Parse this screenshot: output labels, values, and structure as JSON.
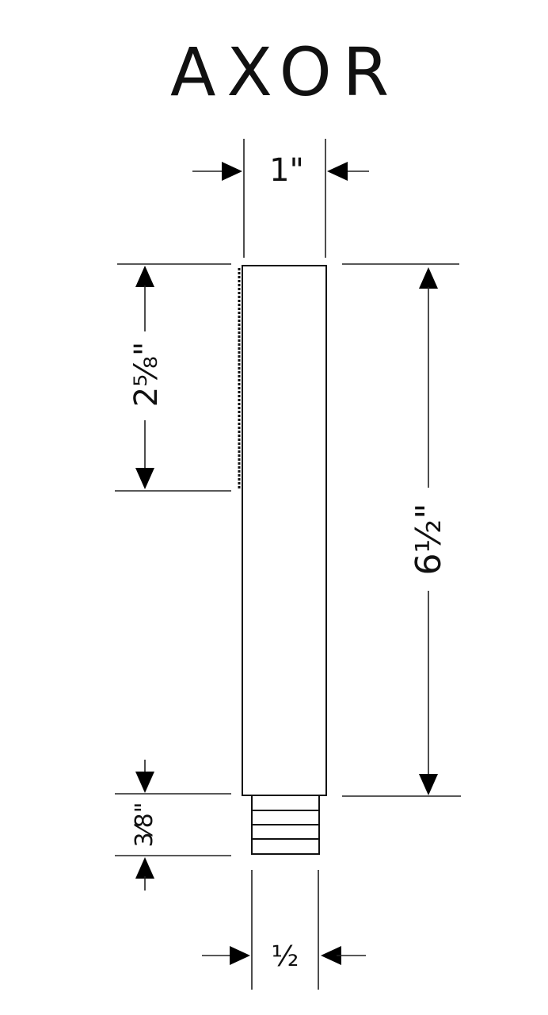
{
  "brand": {
    "logo": "AXOR"
  },
  "dimensions": {
    "width": "1\"",
    "spray_face_length": "2⁵⁄₈\"",
    "total_length": "6½\"",
    "thread_length": "3⁄8\"",
    "thread_size": "½"
  }
}
